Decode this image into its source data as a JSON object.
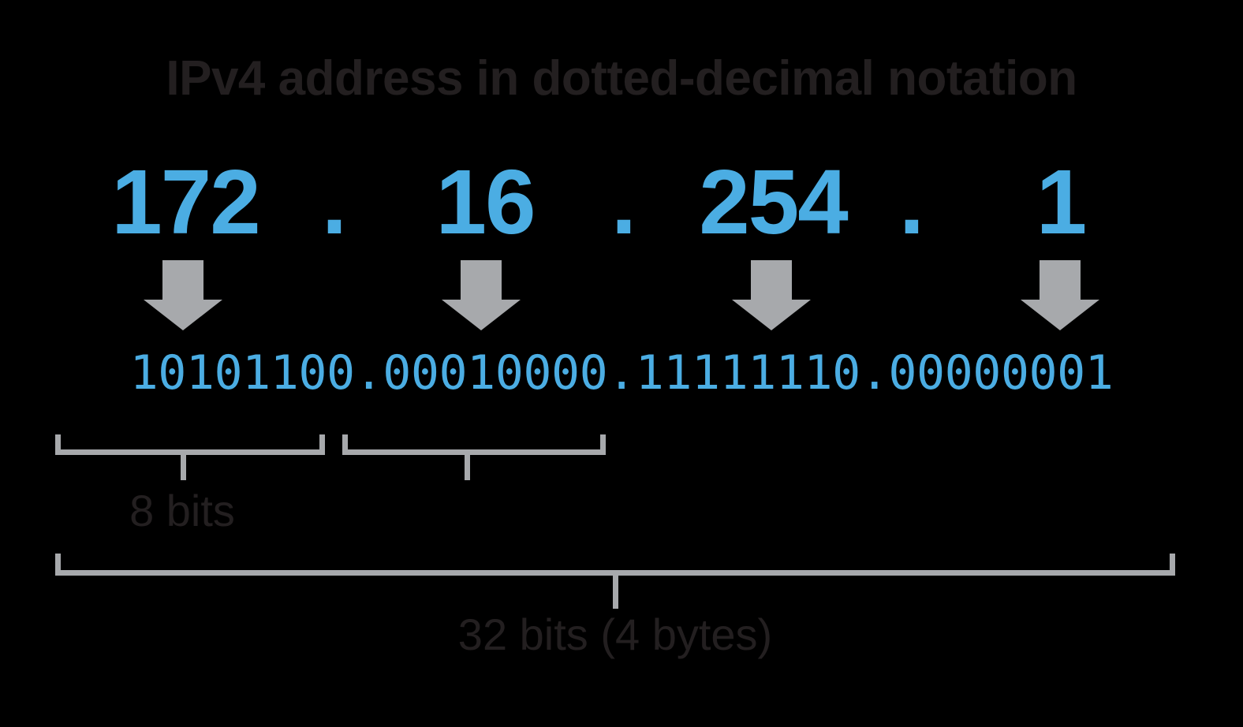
{
  "diagram": {
    "title": "IPv4 address in dotted-decimal notation",
    "colors": {
      "background": "#000000",
      "accent_blue": "#4badE3",
      "gray": "#a7a9ac",
      "text_dark": "#231f20"
    },
    "decimal": {
      "octets": [
        "172",
        "16",
        "254",
        "1"
      ],
      "separator": "."
    },
    "binary": {
      "octets": [
        "10101100",
        "00010000",
        "11111110",
        "00000001"
      ],
      "separator": ".",
      "full": "10101100.00010000.11111110.00000001"
    },
    "arrows": {
      "count": 4,
      "direction": "down",
      "icon": "arrow-down-icon"
    },
    "labels": {
      "octet_size": "8 bits",
      "total_size": "32 bits (4 bytes)"
    }
  }
}
